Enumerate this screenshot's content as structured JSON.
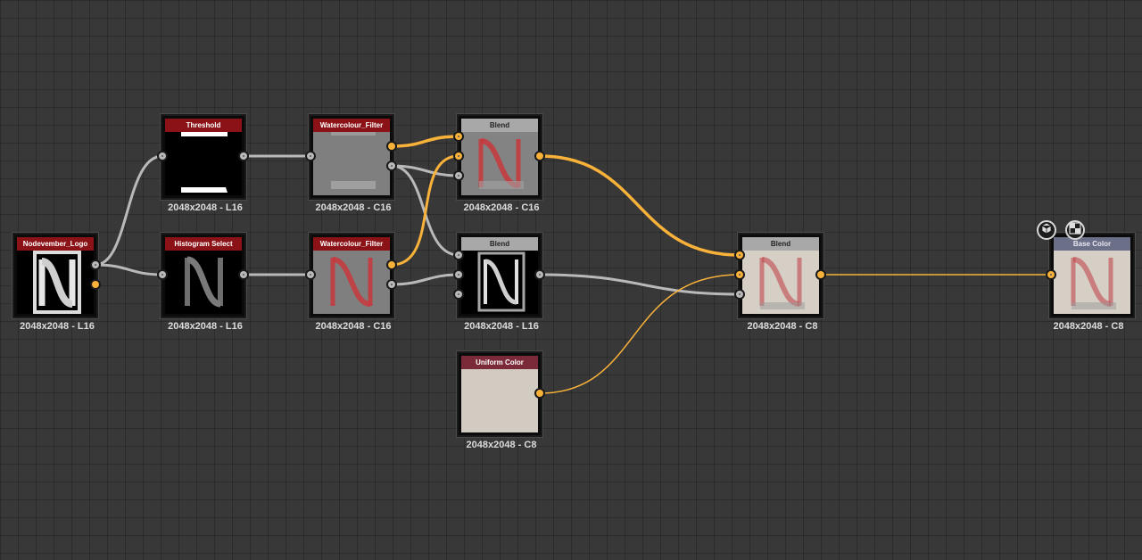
{
  "graph": {
    "nodes": {
      "logo": {
        "title": "Nodevember_Logo",
        "res": "2048x2048 - L16"
      },
      "threshold": {
        "title": "Threshold",
        "res": "2048x2048 - L16"
      },
      "histogram": {
        "title": "Histogram Select",
        "res": "2048x2048 - L16"
      },
      "wc1": {
        "title": "Watercolour_Filter",
        "res": "2048x2048 - C16"
      },
      "wc2": {
        "title": "Watercolour_Filter",
        "res": "2048x2048 - C16"
      },
      "blend1": {
        "title": "Blend",
        "res": "2048x2048 - C16"
      },
      "blend2": {
        "title": "Blend",
        "res": "2048x2048 - L16"
      },
      "uniform": {
        "title": "Uniform Color",
        "res": "2048x2048 - C8"
      },
      "blend3": {
        "title": "Blend",
        "res": "2048x2048 - C8"
      },
      "output": {
        "title": "Base Color",
        "res": "2048x2048 - C8"
      }
    },
    "toolbar": {
      "icons": [
        "cube-3d-icon",
        "checker-2d-icon"
      ]
    },
    "colors": {
      "canvas": "#383838",
      "header_red": "#8b1216",
      "header_gray": "#a8a8a8",
      "header_wine": "#7a2a38",
      "header_blue": "#6c6f88",
      "wire_color": "#f8b23a",
      "wire_gray": "#b9b9b9",
      "uniform_swatch": "#d2cbc2"
    }
  }
}
